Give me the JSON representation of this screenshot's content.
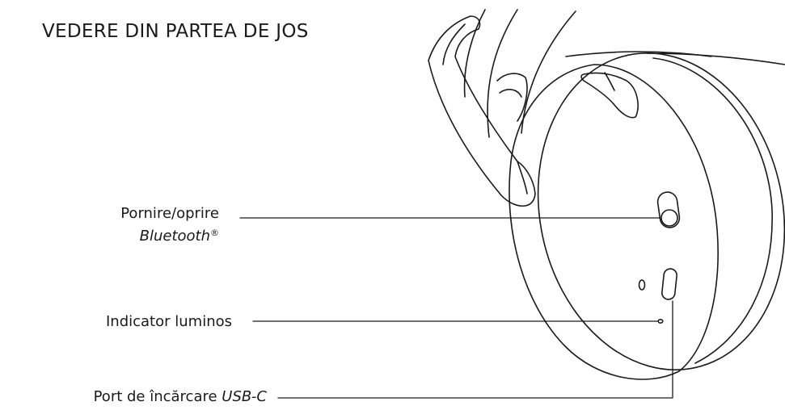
{
  "title": "VEDERE DIN PARTEA DE JOS",
  "callouts": {
    "power": {
      "line1": "Pornire/oprire",
      "line2": "Bluetooth",
      "mark": "®"
    },
    "indicator": {
      "text": "Indicator luminos"
    },
    "usb": {
      "prefix": "Port de încărcare ",
      "italic": "USB-C"
    }
  },
  "colors": {
    "ink": "#1a1a1a",
    "background": "#ffffff"
  }
}
